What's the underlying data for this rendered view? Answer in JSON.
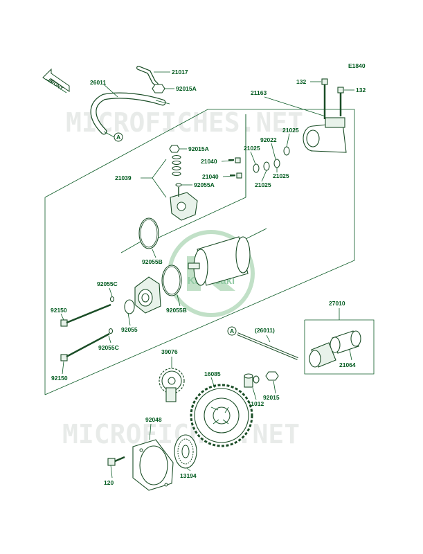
{
  "diagram_code": "E1840",
  "front_arrow_label": "FRONT",
  "watermark": {
    "top_text": "MICROFICHES.NET",
    "bottom_text": "MICROFICHES.NET",
    "logo_text": "Kawasaki"
  },
  "callouts": {
    "a_top": "A",
    "a_mid": "A"
  },
  "parts": {
    "p26011": "26011",
    "p21017": "21017",
    "p92015A_top": "92015A",
    "p132_left": "132",
    "p132_right": "132",
    "p21163": "21163",
    "p21025_a": "21025",
    "p92022": "92022",
    "p21025_b": "21025",
    "p21040_a": "21040",
    "p21025_c": "21025",
    "p21040_b": "21040",
    "p21025_d": "21025",
    "p92015A_mid": "92015A",
    "p21039": "21039",
    "p92055A": "92055A",
    "p92055B_left": "92055B",
    "p92055C_top": "92055C",
    "p92055B_right": "92055B",
    "p92150_top": "92150",
    "p92055": "92055",
    "p27010": "27010",
    "p26011_paren": "(26011)",
    "p92055C_bot": "92055C",
    "p21064": "21064",
    "p39076": "39076",
    "p16085": "16085",
    "p92015": "92015",
    "p92150_bot": "92150",
    "p11012": "11012",
    "p92048": "92048",
    "p120": "120",
    "p13194": "13194"
  }
}
